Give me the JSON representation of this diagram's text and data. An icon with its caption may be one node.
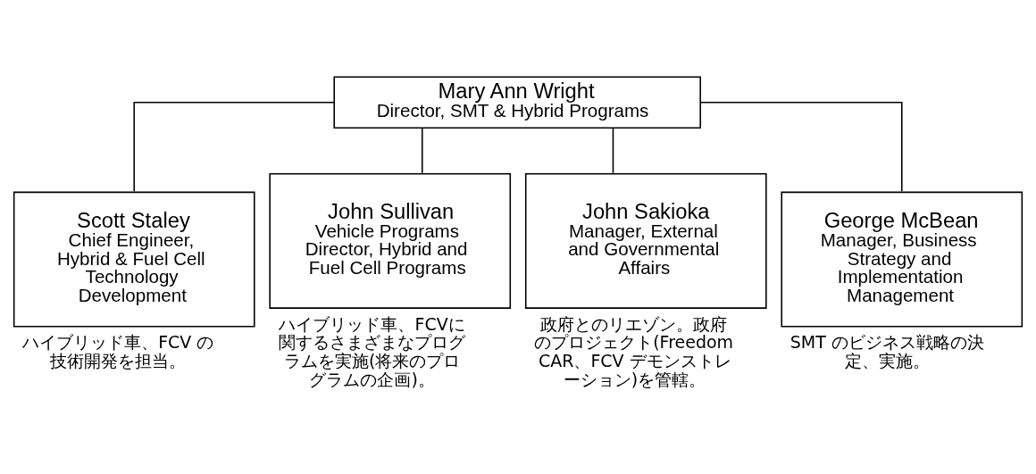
{
  "diagram": {
    "nodes": [
      {
        "text": [
          "Mary Ann Wright",
          "Director, SMT & Hybrid Programs"
        ]
      },
      {
        "text": [
          "Scott Staley",
          "Chief Engineer, Hybrid & Fuel Cell Technology Development"
        ],
        "beside": [
          "ハイブリッド車、FCV の技術開発を担当。"
        ]
      },
      {
        "text": [
          "John Sullivan",
          "Vehicle Programs Director, Hybrid and Fuel Cell Programs"
        ],
        "beside": [
          "ハイブリッド車、FCVに関するさまざまなプログラムを実施(将来のプログラムの企画)。"
        ]
      },
      {
        "text": [
          "John Sakioka",
          "Manager, External and Governmental Affairs"
        ],
        "beside": [
          "政府とのリエゾン。政府のプロジェクト(FreedomCAR、FCV デモンストレーション)を管轄。"
        ]
      },
      {
        "text": [
          "George McBean",
          "Manager, Business Strategy and Implementation Management"
        ],
        "beside": [
          "SMT のビジネス戦略の決定、実施。"
        ]
      }
    ],
    "edges": [
      {
        "from": 0,
        "to": 1,
        "arrow": "none"
      },
      {
        "from": 0,
        "to": 2,
        "arrow": "none"
      },
      {
        "from": 0,
        "to": 3,
        "arrow": "none"
      },
      {
        "from": 0,
        "to": 4,
        "arrow": "none"
      }
    ]
  }
}
